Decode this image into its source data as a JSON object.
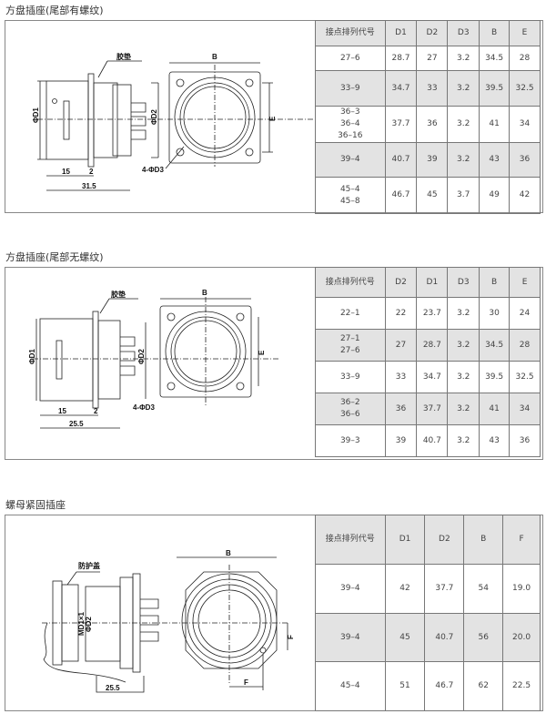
{
  "sections": [
    {
      "title": "方盘插座(尾部有螺纹)",
      "labels": {
        "gasket": "胶垫",
        "d1": "ΦD1",
        "d2": "ΦD2",
        "b": "B",
        "e": "E",
        "holes": "4-ΦD3",
        "dim1": "15",
        "dim2": "2",
        "dim3": "31.5"
      },
      "headers": [
        "接点排列代号",
        "D1",
        "D2",
        "D3",
        "B",
        "E"
      ],
      "rows": [
        [
          [
            "27–6"
          ],
          "28.7",
          "27",
          "3.2",
          "34.5",
          "28"
        ],
        [
          [
            "33–9"
          ],
          "34.7",
          "33",
          "3.2",
          "39.5",
          "32.5"
        ],
        [
          [
            "36–3",
            "36–4",
            "36–16"
          ],
          "37.7",
          "36",
          "3.2",
          "41",
          "34"
        ],
        [
          [
            "39–4"
          ],
          "40.7",
          "39",
          "3.2",
          "43",
          "36"
        ],
        [
          [
            "45–4",
            "45–8"
          ],
          "46.7",
          "45",
          "3.7",
          "49",
          "42"
        ]
      ]
    },
    {
      "title": "方盘插座(尾部无螺纹)",
      "labels": {
        "gasket": "胶垫",
        "d1": "ΦD1",
        "d2": "ΦD2",
        "b": "B",
        "e": "E",
        "holes": "4-ΦD3",
        "dim1": "15",
        "dim2": "2",
        "dim3": "25.5"
      },
      "headers": [
        "接点排列代号",
        "D2",
        "D1",
        "D3",
        "B",
        "E"
      ],
      "rows": [
        [
          [
            "22–1"
          ],
          "22",
          "23.7",
          "3.2",
          "30",
          "24"
        ],
        [
          [
            "27–1",
            "27–6"
          ],
          "27",
          "28.7",
          "3.2",
          "34.5",
          "28"
        ],
        [
          [
            "33–9"
          ],
          "33",
          "34.7",
          "3.2",
          "39.5",
          "32.5"
        ],
        [
          [
            "36–2",
            "36–6"
          ],
          "36",
          "37.7",
          "3.2",
          "41",
          "34"
        ],
        [
          [
            "39–3"
          ],
          "39",
          "40.7",
          "3.2",
          "43",
          "36"
        ]
      ]
    },
    {
      "title": "螺母紧固插座",
      "labels": {
        "cap": "防护盖",
        "thread": "MD1×1",
        "d2": "ΦD2",
        "b": "B",
        "f1": "F",
        "f2": "F",
        "dim3": "25.5"
      },
      "headers": [
        "接点排列代号",
        "D1",
        "D2",
        "B",
        "F"
      ],
      "rows": [
        [
          [
            "39–4"
          ],
          "42",
          "37.7",
          "54",
          "19.0"
        ],
        [
          [
            "39–4"
          ],
          "45",
          "40.7",
          "56",
          "20.0"
        ],
        [
          [
            "45–4"
          ],
          "51",
          "46.7",
          "62",
          "22.5"
        ]
      ]
    }
  ]
}
